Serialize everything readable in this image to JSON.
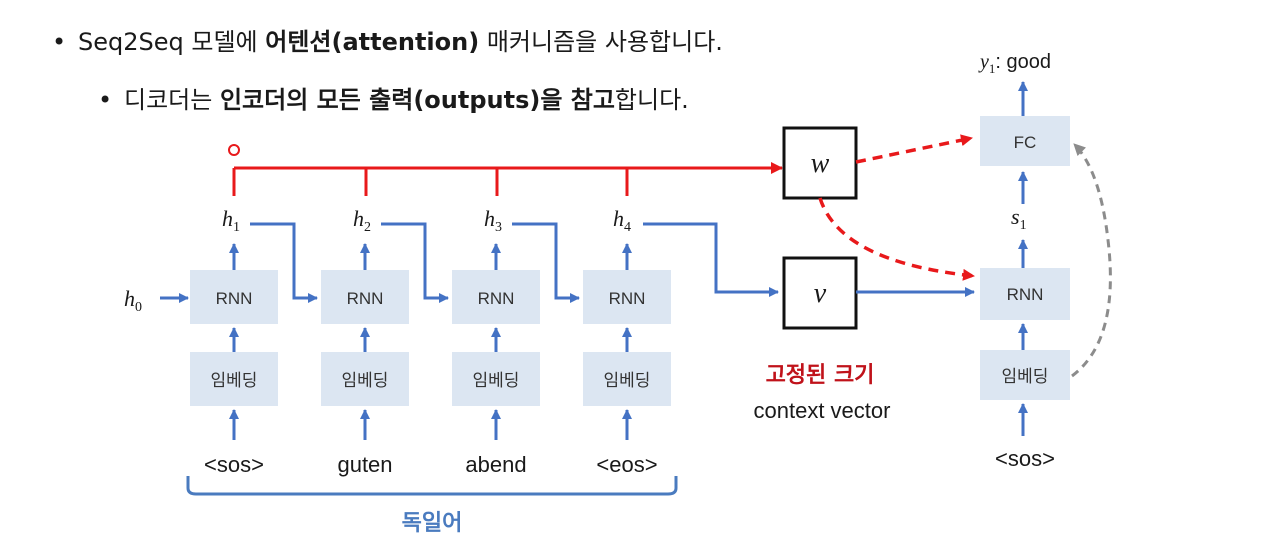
{
  "bullets": {
    "line1": {
      "prefix": "Seq2Seq 모델에 ",
      "bold": "어텐션(attention)",
      "suffix": " 매커니즘을 사용합니다."
    },
    "line2": {
      "prefix": "디코더는 ",
      "bold1": "인코더의 모든 출력",
      "bold2": "(outputs)을 참고",
      "suffix": "합니다."
    }
  },
  "encoder": {
    "initial_state": {
      "symbol": "h",
      "sub": "0"
    },
    "hidden_states": [
      {
        "symbol": "h",
        "sub": "1"
      },
      {
        "symbol": "h",
        "sub": "2"
      },
      {
        "symbol": "h",
        "sub": "3"
      },
      {
        "symbol": "h",
        "sub": "4"
      }
    ],
    "rnn_label": "RNN",
    "embedding_label": "임베딩",
    "inputs": [
      "<sos>",
      "guten",
      "abend",
      "<eos>"
    ],
    "language_label": "독일어"
  },
  "attention": {
    "weight_symbol": "w",
    "vector_symbol": "v",
    "fixed_size_label": "고정된 크기",
    "context_vector_label": "context vector"
  },
  "decoder": {
    "output": {
      "symbol": "y",
      "sub": "1",
      "text": ": good"
    },
    "fc_label": "FC",
    "state": {
      "symbol": "s",
      "sub": "1"
    },
    "rnn_label": "RNN",
    "embedding_label": "임베딩",
    "input": "<sos>"
  },
  "colors": {
    "box_fill": "#dce6f2",
    "arrow_blue": "#4472c4",
    "arrow_red": "#e8191b",
    "dashed_gray": "#8c8c8c",
    "label_red": "#c0121a",
    "label_blue": "#4a7bbf"
  }
}
